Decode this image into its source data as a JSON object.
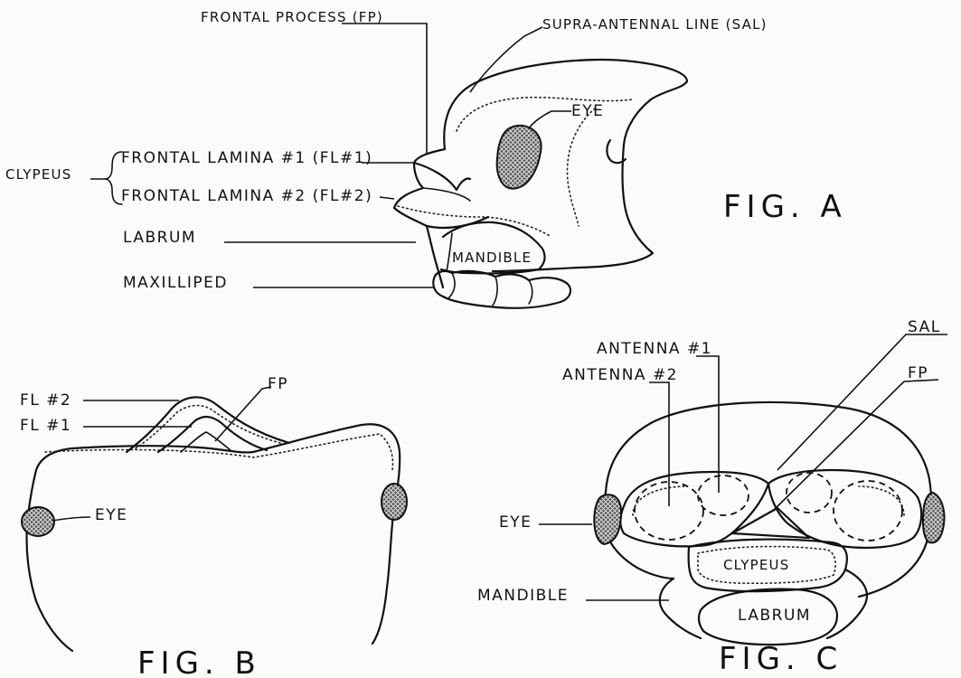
{
  "figA": {
    "title": "FIG. A",
    "frontal_process": "FRONTAL PROCESS (FP)",
    "supra_antennal_line": "SUPRA-ANTENNAL LINE (SAL)",
    "eye": "EYE",
    "clypeus": "CLYPEUS",
    "frontal_lamina_1": "FRONTAL LAMINA #1 (FL#1)",
    "frontal_lamina_2": "FRONTAL LAMINA #2 (FL#2)",
    "labrum": "LABRUM",
    "mandible": "MANDIBLE",
    "maxilliped": "MAXILLIPED"
  },
  "figB": {
    "title": "FIG. B",
    "fl2": "FL #2",
    "fl1": "FL #1",
    "fp": "FP",
    "eye": "EYE"
  },
  "figC": {
    "title": "FIG. C",
    "antenna1": "ANTENNA #1",
    "antenna2": "ANTENNA #2",
    "sal": "SAL",
    "fp": "FP",
    "eye": "EYE",
    "clypeus": "CLYPEUS",
    "mandible": "MANDIBLE",
    "labrum": "LABRUM"
  }
}
